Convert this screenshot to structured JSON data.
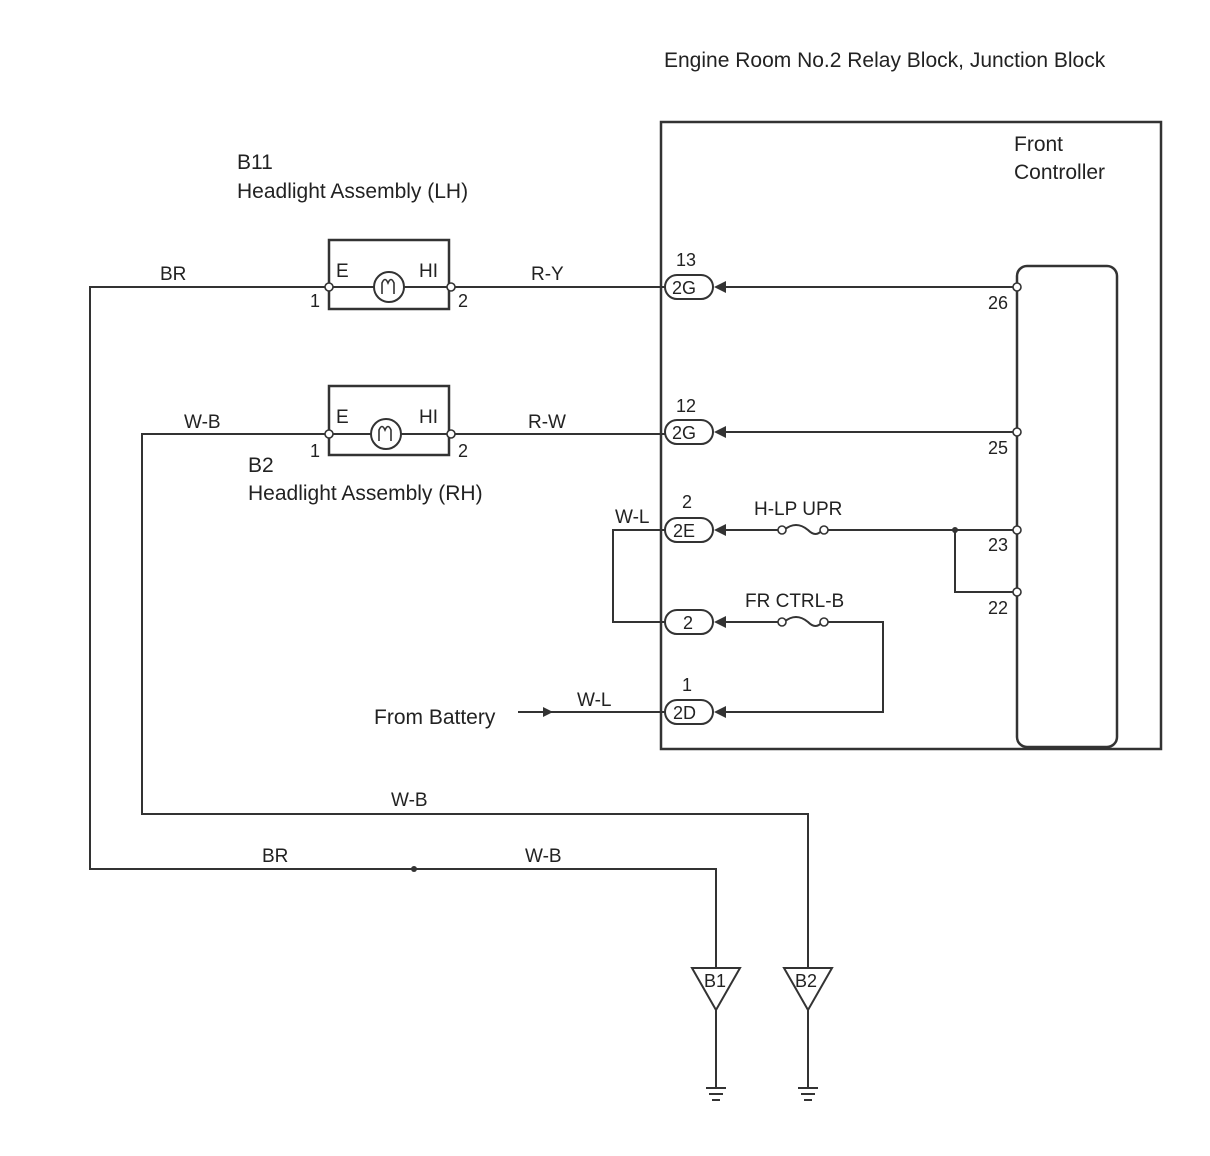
{
  "block": {
    "title": "Engine Room No.2 Relay Block, Junction Block",
    "controller_line1": "Front",
    "controller_line2": "Controller"
  },
  "lh_headlight": {
    "code": "B11",
    "name": "Headlight Assembly (LH)",
    "term_e": "E",
    "term_hi": "HI",
    "pin_1": "1",
    "pin_2": "2"
  },
  "rh_headlight": {
    "code": "B2",
    "name": "Headlight Assembly (RH)",
    "term_e": "E",
    "term_hi": "HI",
    "pin_1": "1",
    "pin_2": "2"
  },
  "wires": {
    "br_top": "BR",
    "ry": "R-Y",
    "wb_top": "W-B",
    "rw": "R-W",
    "wl_loop": "W-L",
    "wl_battery": "W-L",
    "wb_mid": "W-B",
    "br_bottom": "BR",
    "wb_bottom": "W-B"
  },
  "connectors": {
    "c13": {
      "num": "13",
      "code": "2G"
    },
    "c12": {
      "num": "12",
      "code": "2G"
    },
    "c2e": {
      "num": "2",
      "code": "2E"
    },
    "c2": {
      "code": "2"
    },
    "c1": {
      "num": "1",
      "code": "2D"
    }
  },
  "controller_pins": {
    "p26": "26",
    "p25": "25",
    "p23": "23",
    "p22": "22"
  },
  "fuses": {
    "hlp_upr": "H-LP UPR",
    "fr_ctrl_b": "FR CTRL-B"
  },
  "battery": {
    "label": "From Battery"
  },
  "grounds": {
    "b1": "B1",
    "b2": "B2"
  }
}
